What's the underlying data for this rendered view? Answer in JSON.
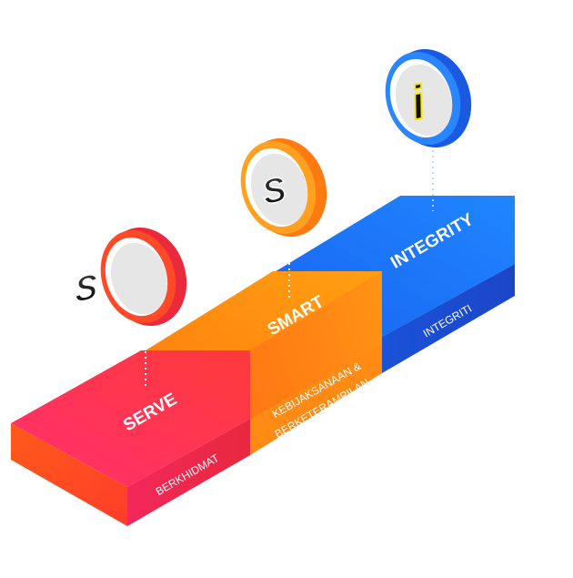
{
  "steps": [
    {
      "title": "SERVE",
      "subtitle": "BERKHIDMAT",
      "icon_letter": "S",
      "accent": "#f0384c"
    },
    {
      "title": "SMART",
      "subtitle_line1": "KEBIJAKSANAAN &",
      "subtitle_line2": "BERKETERAMPILAN",
      "icon_letter": "S",
      "accent": "#ff8c1a"
    },
    {
      "title": "INTEGRITY",
      "subtitle": "INTEGRITI",
      "icon_letter": "i",
      "accent": "#1f6fe0"
    }
  ],
  "colors": {
    "serve_top": "#ff2d6a",
    "serve_front": "#ee2550",
    "serve_left": "#ff6a1a",
    "smart_top": "#ff9a10",
    "integrity_top": "#1f78ff",
    "integrity_front": "#1a4fd6",
    "badge_yellow": "#ffe600"
  }
}
